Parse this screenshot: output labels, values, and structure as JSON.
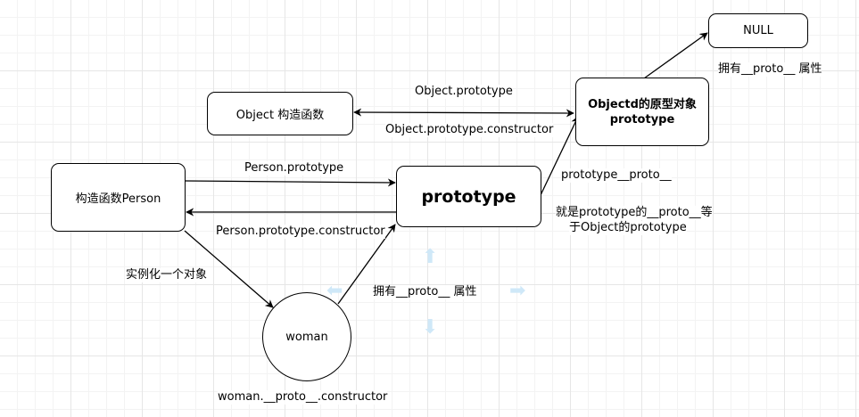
{
  "nodes": {
    "null_box": "NULL",
    "object_constructor": "Object 构造函数",
    "object_prototype_line1": "Objectd的原型对象",
    "object_prototype_line2": "prototype",
    "person_constructor": "构造函数Person",
    "person_prototype": "prototype",
    "woman": "woman"
  },
  "labels": {
    "null_note": "拥有__proto__ 属性",
    "object_prototype_edge": "Object.prototype",
    "object_prototype_constructor_edge": "Object.prototype.constructor",
    "person_prototype_edge": "Person.prototype",
    "person_prototype_constructor_edge": "Person.prototype.constructor",
    "prototype_proto_edge": "prototype__proto__",
    "explanation_line1": "就是prototype的__proto__等",
    "explanation_line2": "于Object的prototype",
    "instantiate_edge": "实例化一个对象",
    "woman_note": "拥有__proto__ 属性",
    "woman_constructor": "woman.__proto__.constructor"
  },
  "colors": {
    "stroke": "#000000",
    "hint_arrows": "#cfe8f8"
  }
}
